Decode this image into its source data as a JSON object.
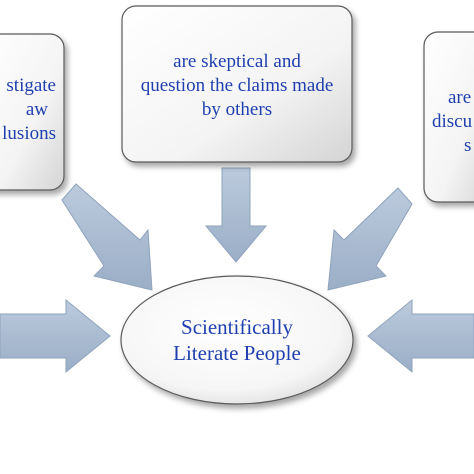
{
  "center": {
    "line1": "Scientifically",
    "line2": "Literate People"
  },
  "boxes": {
    "left": {
      "lines": [
        "stigate",
        "aw",
        "lusions"
      ]
    },
    "middle": {
      "lines": [
        "are skeptical and",
        "question the claims made",
        "by others"
      ]
    },
    "right": {
      "lines": [
        "are",
        "discu",
        "s"
      ]
    }
  },
  "colors": {
    "text": "#1f3fae",
    "arrow": "#a9b9cf",
    "box_border": "#5a5a5a"
  }
}
